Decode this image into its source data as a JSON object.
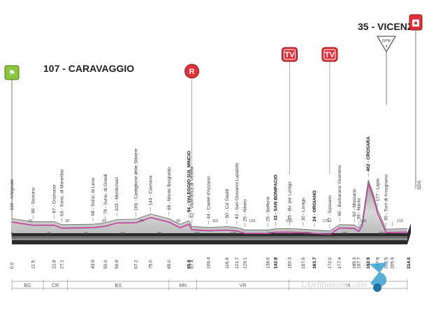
{
  "start": {
    "label": "107 - CARAVAGGIO",
    "icon": "start-flag-icon"
  },
  "finish": {
    "label": "35 - VICENZA",
    "icon": "finish-icon"
  },
  "gpm": {
    "label": "GPM",
    "category": "4",
    "icon": "gpm-mountain-icon"
  },
  "markers": [
    {
      "type": "R",
      "km": 97.4,
      "name": "refreshment-icon",
      "color": "#e0303a"
    },
    {
      "type": "TV",
      "km": 150.3,
      "name": "tv-icon",
      "color": "#e0303a"
    },
    {
      "type": "TV",
      "km": 172.0,
      "name": "tv-icon",
      "color": "#e0303a"
    }
  ],
  "waypoints": [
    {
      "label": "110 - Artegnate",
      "km": "0.0",
      "bold": false
    },
    {
      "label": "86 - Soncino",
      "km": "11.5",
      "bold": false
    },
    {
      "label": "87 - Orzinuovi",
      "km": "22.8",
      "bold": false
    },
    {
      "label": "64 - Svinc. di Manerbio",
      "km": "27.1",
      "bold": false
    },
    {
      "label": "68 - Svinc. di Leno",
      "km": "43.9",
      "bold": false
    },
    {
      "label": "79 - Svinc. di Ghedi",
      "km": "50.6",
      "bold": false
    },
    {
      "label": "103 - Montichiari",
      "km": "56.8",
      "bold": false
    },
    {
      "label": "106 - Castiglione delle Stiviere",
      "km": "67.2",
      "bold": false
    },
    {
      "label": "144 - Cavriana",
      "km": "75.0",
      "bold": false
    },
    {
      "label": "68 - Monte Borghetto",
      "km": "85.0",
      "bold": false
    },
    {
      "label": "94 - VALEGGIO SUL MINCIO",
      "km": "95.9",
      "bold": true
    },
    {
      "label": "52 - Villafranca di Verona",
      "km": "97.4",
      "bold": false
    },
    {
      "label": "44 - Castel d'Azzano",
      "km": "106.4",
      "bold": false
    },
    {
      "label": "50 - Ca' David",
      "km": "116.4",
      "bold": false
    },
    {
      "label": "43 - San Giovanni Lupatoto",
      "km": "121.7",
      "bold": false
    },
    {
      "label": "25 - Albaro",
      "km": "126.1",
      "bold": false
    },
    {
      "label": "25 - Belfiore",
      "km": "138.6",
      "bold": false
    },
    {
      "label": "33 - SAN BONIFACIO",
      "km": "142.8",
      "bold": true
    },
    {
      "label": "35 - Bv. per Lonigo",
      "km": "150.3",
      "bold": false
    },
    {
      "label": "30 - Lonigo",
      "km": "157.6",
      "bold": false
    },
    {
      "label": "24 - ORGIANO",
      "km": "163.7",
      "bold": true
    },
    {
      "label": "17 - Sossano",
      "km": "172.0",
      "bold": false
    },
    {
      "label": "65 - Barbarano Vicentino",
      "km": "177.4",
      "bold": false
    },
    {
      "label": "62 - Mossano",
      "km": "185.3",
      "bold": false
    },
    {
      "label": "39 - Nanto",
      "km": "187.7",
      "bold": false
    },
    {
      "label": "402 - CROSARA",
      "km": "192.9",
      "bold": true
    },
    {
      "label": "177 - Lapio",
      "km": "197.9",
      "bold": false
    },
    {
      "label": "30 - Torri di Arcugnano",
      "km": "202.5",
      "bold": false
    },
    {
      "label": "",
      "km": "205.9",
      "bold": false
    }
  ],
  "finish_km": "214.0",
  "finish_side": "SDS",
  "distance_marks": [
    "0",
    "10",
    "20",
    "30",
    "40",
    "50",
    "60",
    "70",
    "80",
    "90",
    "100",
    "110",
    "120",
    "130",
    "140",
    "150",
    "160",
    "170",
    "180",
    "190",
    "200",
    "210"
  ],
  "regions": [
    {
      "code": "BG",
      "from": 0,
      "to": 17
    },
    {
      "code": "CR",
      "from": 17,
      "to": 30
    },
    {
      "code": "BS",
      "from": 30,
      "to": 85
    },
    {
      "code": "MN",
      "from": 85,
      "to": 100
    },
    {
      "code": "VR",
      "from": 100,
      "to": 150
    },
    {
      "code": "VI",
      "from": 150,
      "to": 214
    }
  ],
  "profile": {
    "type": "elevation-profile",
    "distance_km": [
      0,
      11.5,
      22.8,
      27.1,
      43.9,
      50.6,
      56.8,
      67.2,
      75.0,
      85.0,
      91.0,
      95.9,
      97.4,
      106.4,
      116.4,
      121.7,
      126.1,
      138.6,
      142.8,
      150.3,
      157.6,
      163.7,
      172.0,
      177.4,
      185.3,
      187.7,
      189.5,
      192.9,
      195.5,
      197.9,
      202.5,
      205.9,
      214.0
    ],
    "altitude_m": [
      110,
      86,
      87,
      64,
      68,
      79,
      103,
      106,
      144,
      110,
      68,
      94,
      52,
      44,
      50,
      43,
      25,
      25,
      33,
      35,
      30,
      24,
      17,
      65,
      62,
      39,
      80,
      402,
      300,
      177,
      30,
      32,
      35
    ]
  },
  "watermark": "LAjelitomomo.com"
}
